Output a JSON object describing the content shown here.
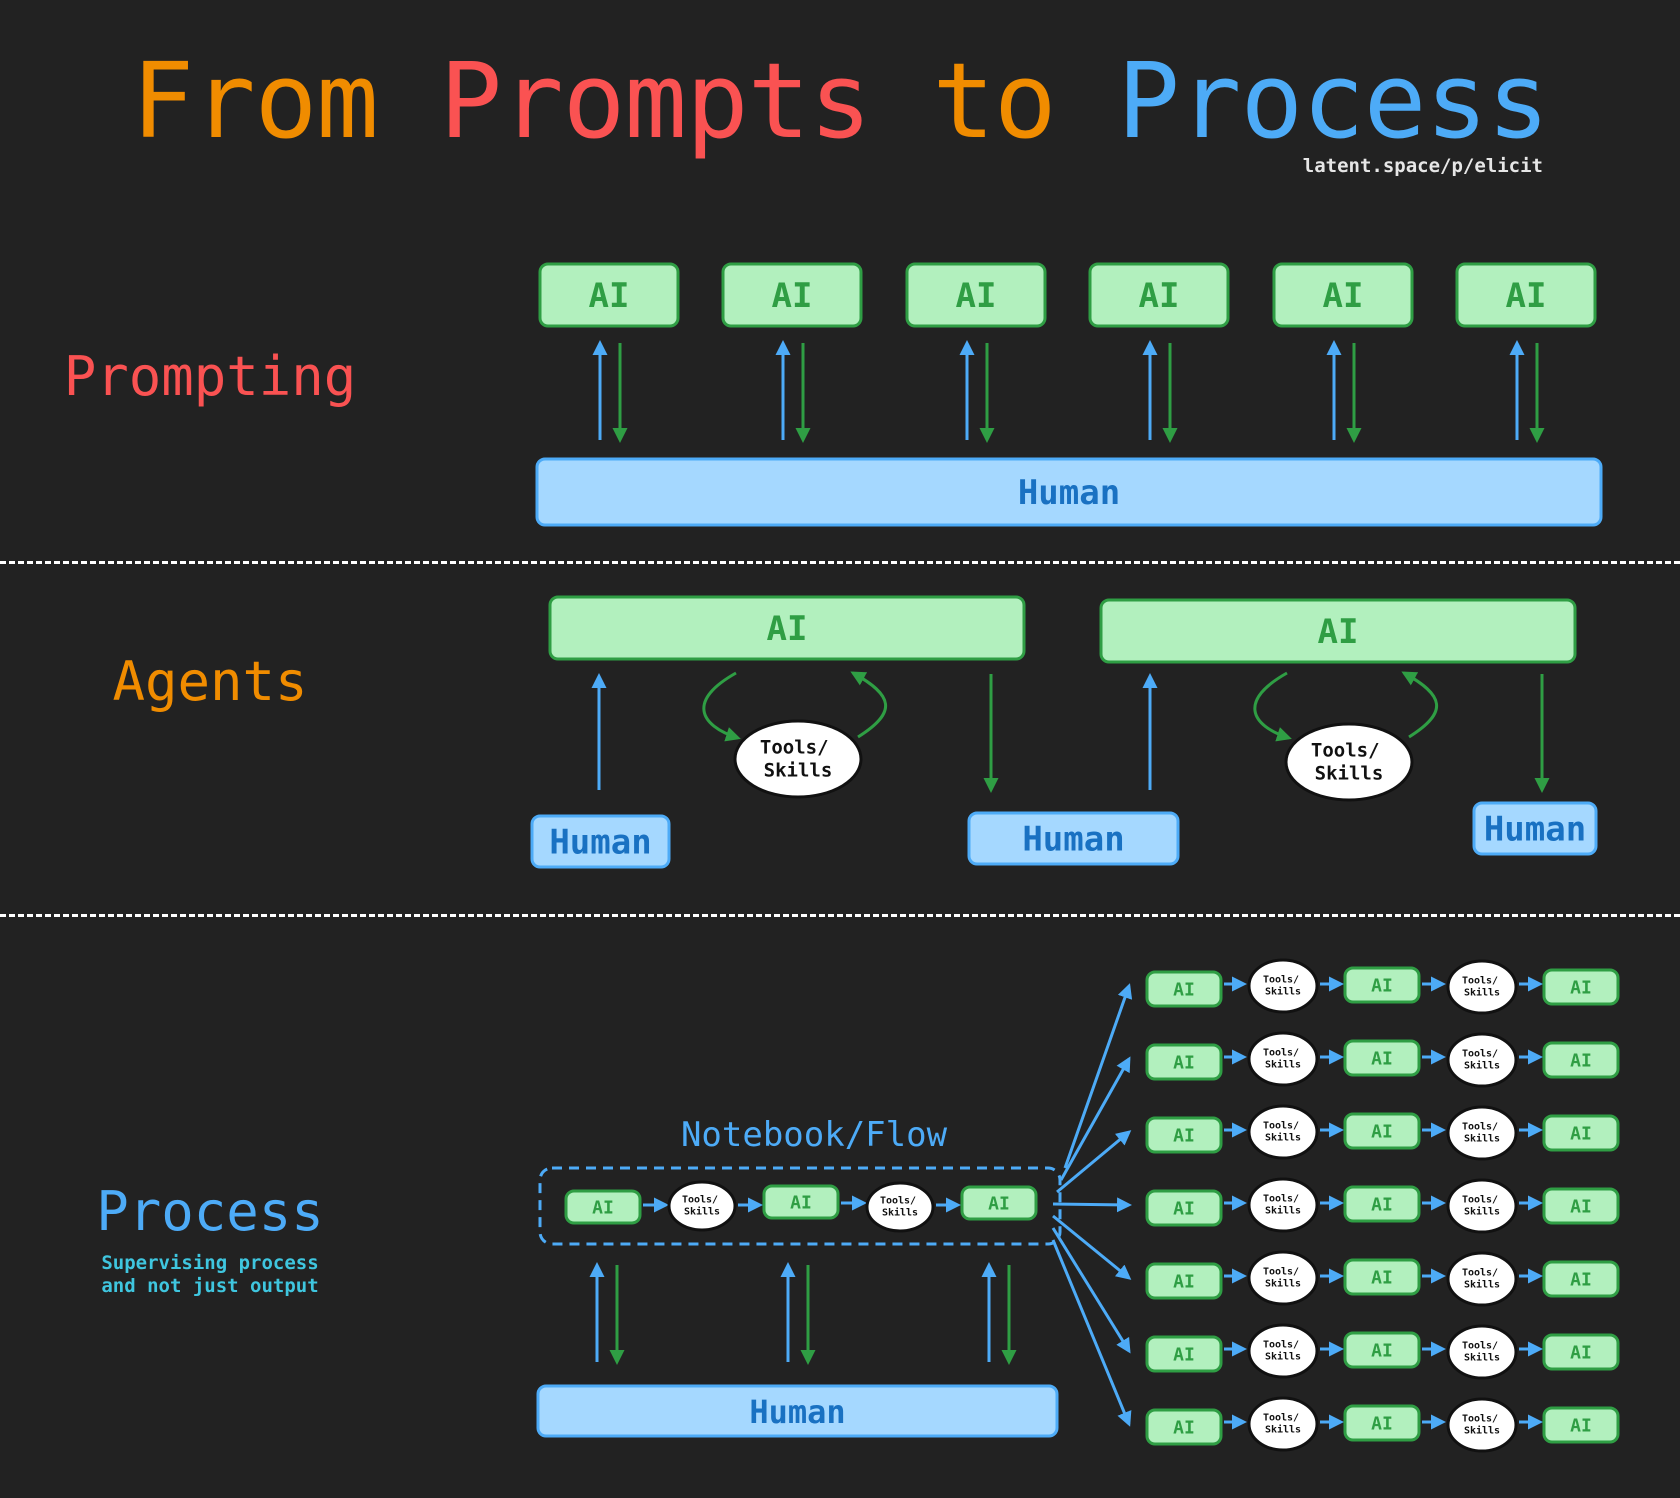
{
  "title": {
    "parts": [
      {
        "text": "From ",
        "color": "#f08c00"
      },
      {
        "text": "Prompts",
        "color": "#fa5252"
      },
      {
        "text": " to ",
        "color": "#f08c00"
      },
      {
        "text": "Process",
        "color": "#4dabf7"
      }
    ]
  },
  "source": "latent.space/p/elicit",
  "sections": {
    "prompting": {
      "label": "Prompting",
      "color": "#fa5252"
    },
    "agents": {
      "label": "Agents",
      "color": "#f08c00"
    },
    "process": {
      "label": "Process",
      "color": "#4dabf7",
      "subtitle_line1": "Supervising process",
      "subtitle_line2": "and not just output"
    }
  },
  "labels": {
    "ai": "AI",
    "human": "Human",
    "tools_line1": "Tools/",
    "tools_line2": "Skills",
    "notebook": "Notebook/Flow"
  },
  "colors": {
    "background": "#222222",
    "ai_fill": "#b2f0be",
    "ai_stroke": "#2f9e44",
    "human_fill": "#a5d8ff",
    "human_stroke": "#4dabf7",
    "human_text": "#1971c2"
  },
  "counts": {
    "prompting_ai_boxes": 6,
    "agent_loops": 2,
    "process_parallel_chains": 7
  }
}
